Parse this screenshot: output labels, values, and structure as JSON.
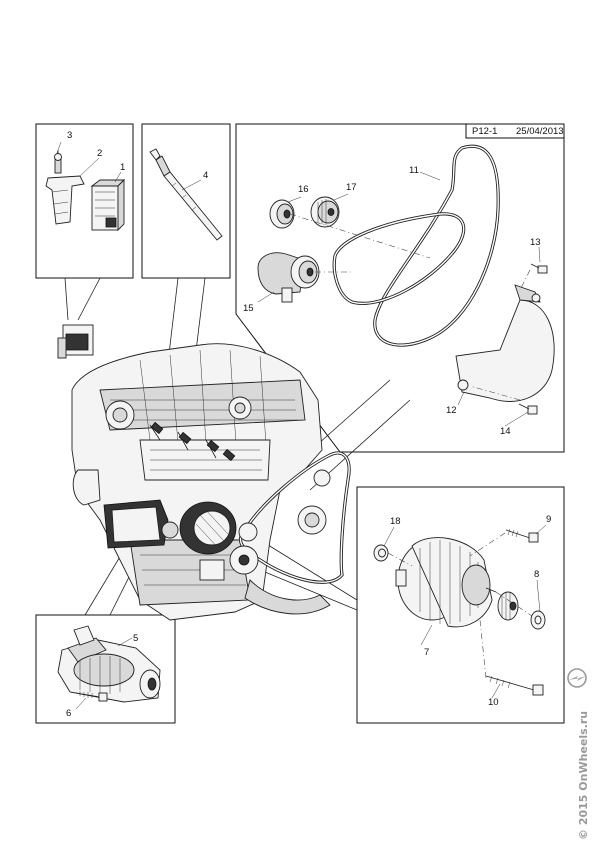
{
  "header": {
    "page_ref": "P12-1",
    "date": "25/04/2013"
  },
  "callouts": {
    "c1": "1",
    "c2": "2",
    "c3": "3",
    "c4": "4",
    "c5": "5",
    "c6": "6",
    "c7": "7",
    "c8": "8",
    "c9": "9",
    "c10": "10",
    "c11": "11",
    "c12": "12",
    "c13": "13",
    "c14": "14",
    "c15": "15",
    "c16": "16",
    "c17": "17",
    "c18": "18"
  },
  "watermark": {
    "text": "© 2015 OnWheels.ru",
    "logo": "opel-blitz-logo-icon"
  }
}
